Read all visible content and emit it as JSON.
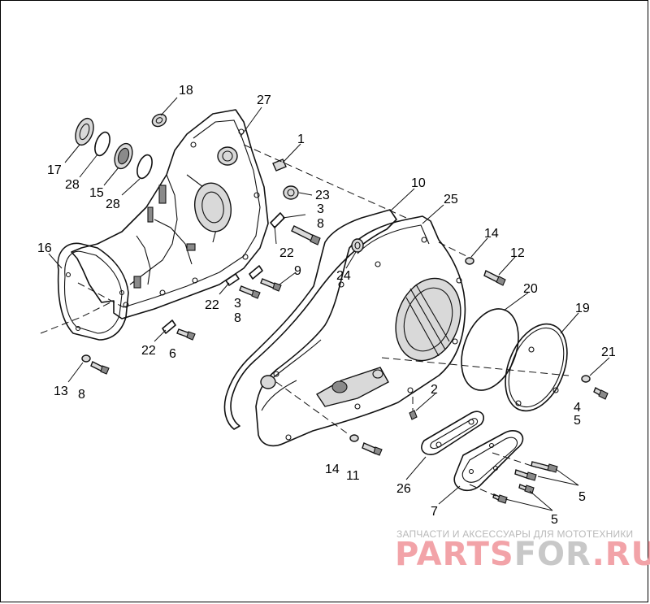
{
  "diagram": {
    "callouts": [
      {
        "id": "c18a",
        "text": "18"
      },
      {
        "id": "c27",
        "text": "27"
      },
      {
        "id": "c1",
        "text": "1"
      },
      {
        "id": "c17",
        "text": "17"
      },
      {
        "id": "c28a",
        "text": "28"
      },
      {
        "id": "c15",
        "text": "15"
      },
      {
        "id": "c28b",
        "text": "28"
      },
      {
        "id": "c23",
        "text": "23"
      },
      {
        "id": "c3a",
        "text": "3"
      },
      {
        "id": "c8a",
        "text": "8"
      },
      {
        "id": "c10",
        "text": "10"
      },
      {
        "id": "c25",
        "text": "25"
      },
      {
        "id": "c14a",
        "text": "14"
      },
      {
        "id": "c12",
        "text": "12"
      },
      {
        "id": "c16",
        "text": "16"
      },
      {
        "id": "c22a",
        "text": "22"
      },
      {
        "id": "c24",
        "text": "24"
      },
      {
        "id": "c9",
        "text": "9"
      },
      {
        "id": "c20",
        "text": "20"
      },
      {
        "id": "c22b",
        "text": "22"
      },
      {
        "id": "c3b",
        "text": "3"
      },
      {
        "id": "c8b",
        "text": "8"
      },
      {
        "id": "c19",
        "text": "19"
      },
      {
        "id": "c22c",
        "text": "22"
      },
      {
        "id": "c6",
        "text": "6"
      },
      {
        "id": "c21",
        "text": "21"
      },
      {
        "id": "c13",
        "text": "13"
      },
      {
        "id": "c8c",
        "text": "8"
      },
      {
        "id": "c2",
        "text": "2"
      },
      {
        "id": "c4",
        "text": "4"
      },
      {
        "id": "c5a",
        "text": "5"
      },
      {
        "id": "c14b",
        "text": "14"
      },
      {
        "id": "c11",
        "text": "11"
      },
      {
        "id": "c26",
        "text": "26"
      },
      {
        "id": "c5b",
        "text": "5"
      },
      {
        "id": "c7",
        "text": "7"
      },
      {
        "id": "c5c",
        "text": "5"
      }
    ]
  },
  "watermark": {
    "tagline": "ЗАПЧАСТИ И АКСЕССУАРЫ ДЛЯ МОТОТЕХНИКИ",
    "brand_part1": "PARTS",
    "brand_part2": "FOR",
    "brand_part3": ".RU"
  }
}
